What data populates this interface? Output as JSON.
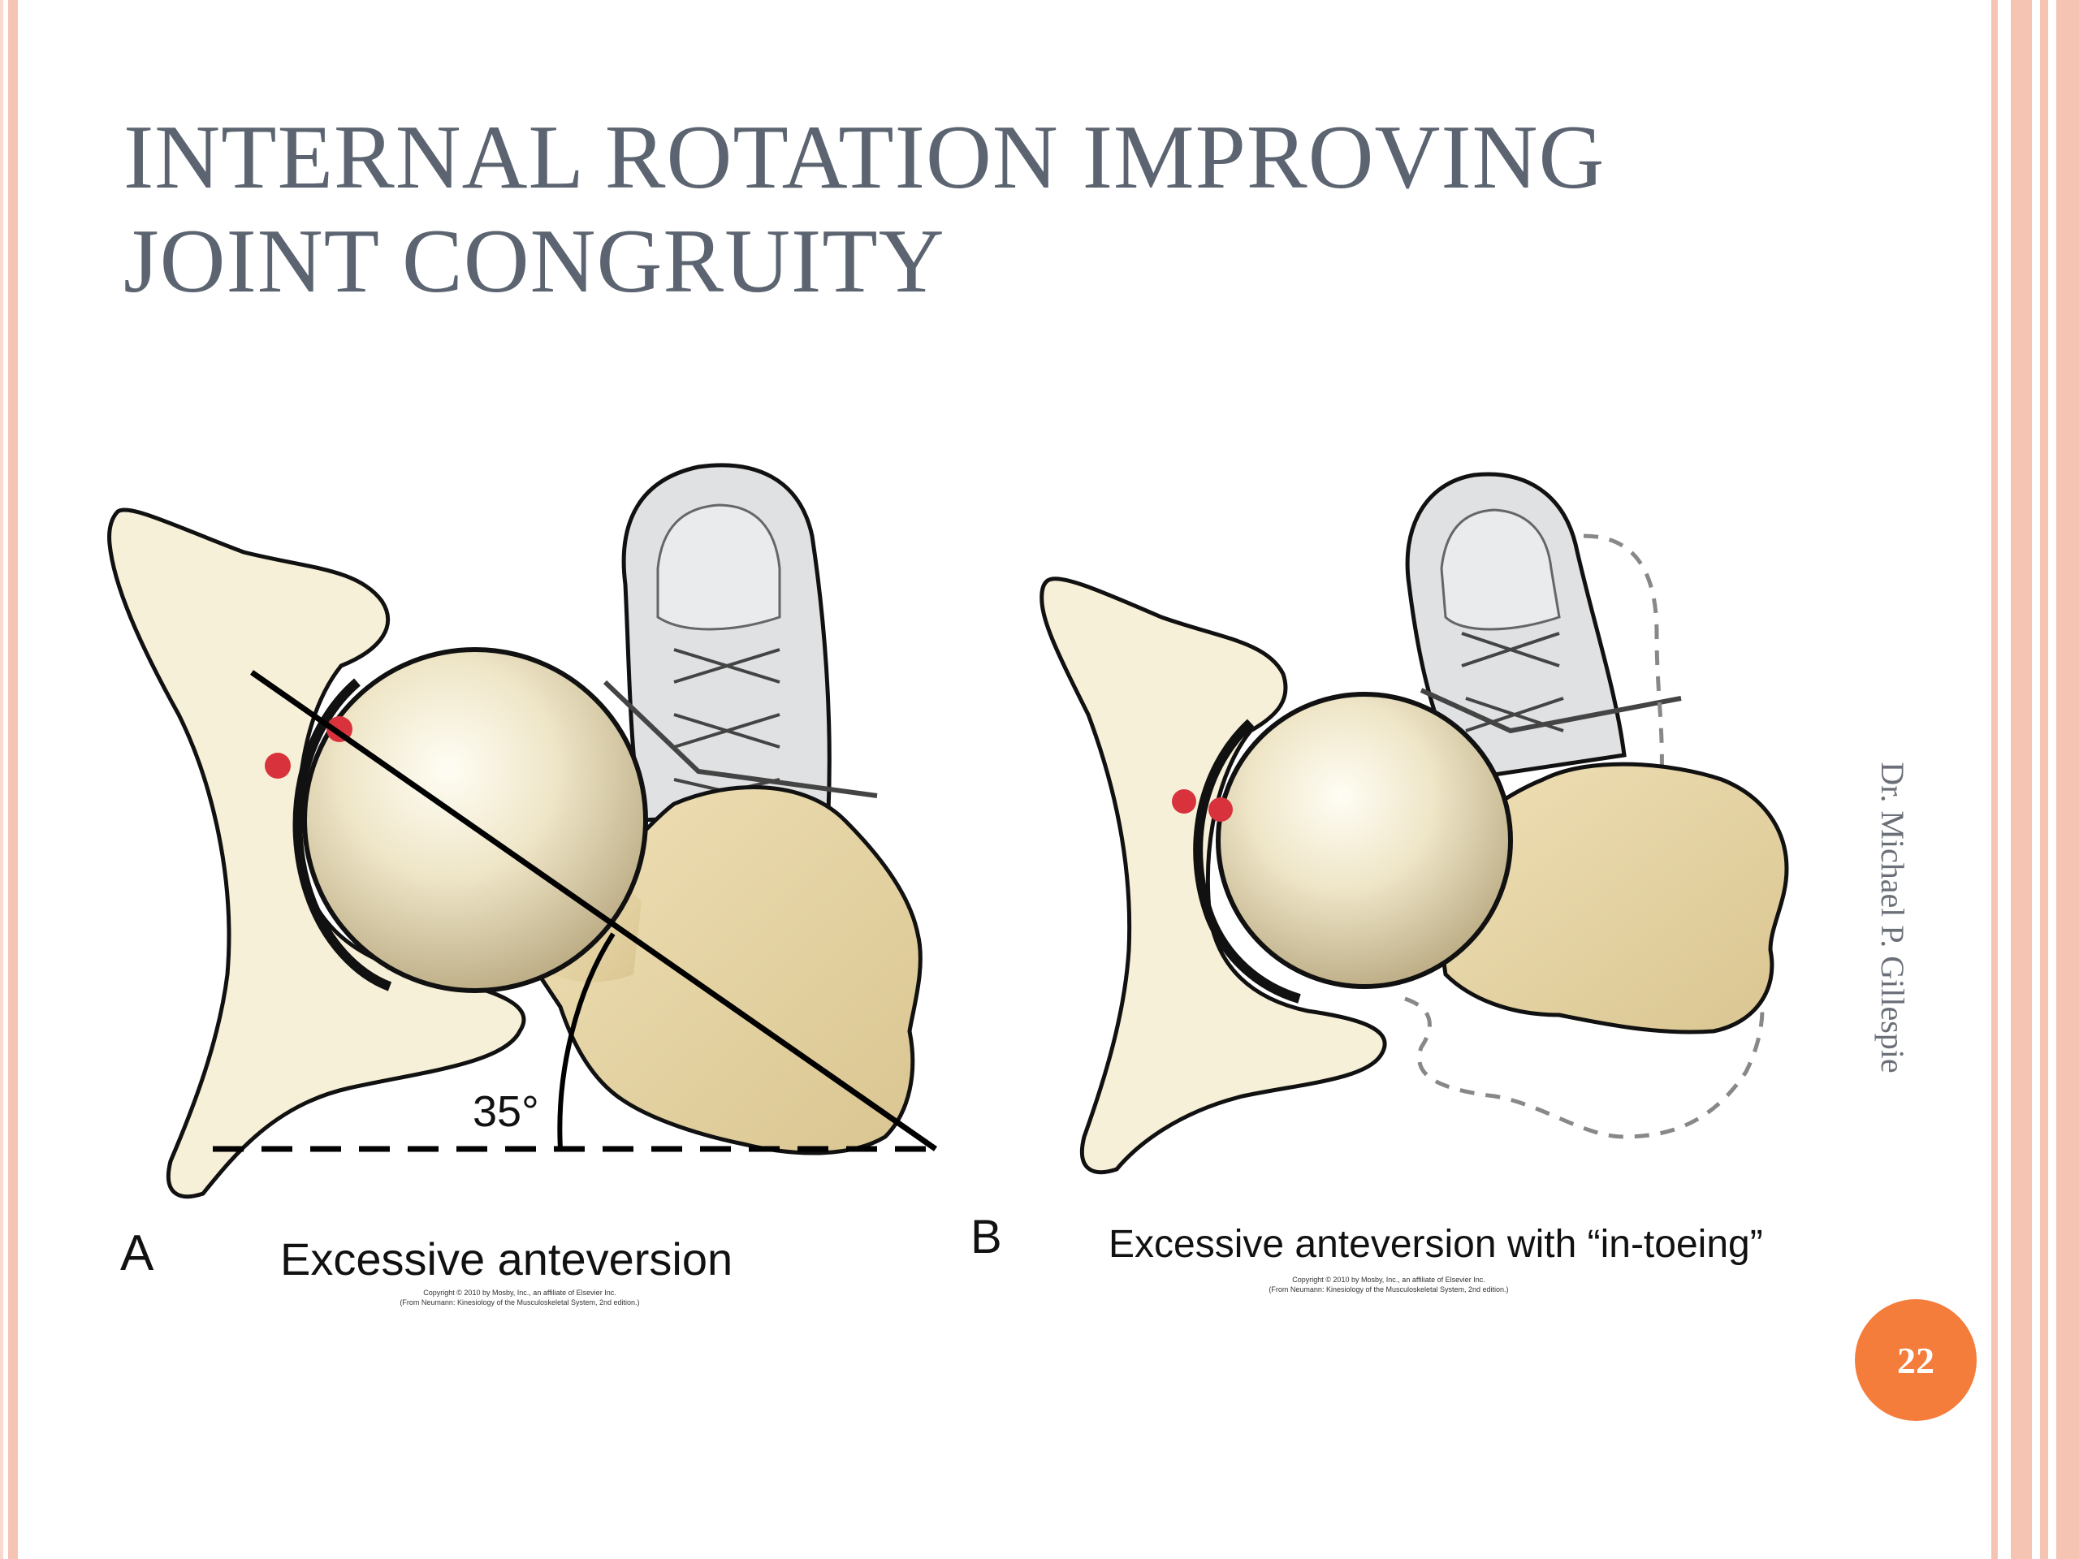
{
  "slide": {
    "title_line1": "INTERNAL ROTATION IMPROVING",
    "title_line2": "JOINT CONGRUITY",
    "author": "Dr. Michael P. Gillespie",
    "page_number": "22"
  },
  "figure_a": {
    "letter": "A",
    "caption": "Excessive anteversion",
    "angle_label": "35°",
    "copyright_line1": "Copyright © 2010 by Mosby, Inc., an affiliate of Elsevier Inc.",
    "copyright_line2": "(From Neumann: Kinesiology of the Musculoskeletal System, 2nd edition.)"
  },
  "figure_b": {
    "letter": "B",
    "caption": "Excessive anteversion with “in-toeing”",
    "copyright_line1": "Copyright © 2010 by Mosby, Inc., an affiliate of Elsevier Inc.",
    "copyright_line2": "(From Neumann: Kinesiology of the Musculoskeletal System, 2nd edition.)"
  },
  "colors": {
    "frame": "#f6c4b3",
    "title": "#5b6470",
    "badge": "#f47d3c",
    "bone": "#e8d7a8",
    "pelvis": "#f7f0d8",
    "shoe": "#dfe1e3",
    "contact": "#d8333c"
  }
}
